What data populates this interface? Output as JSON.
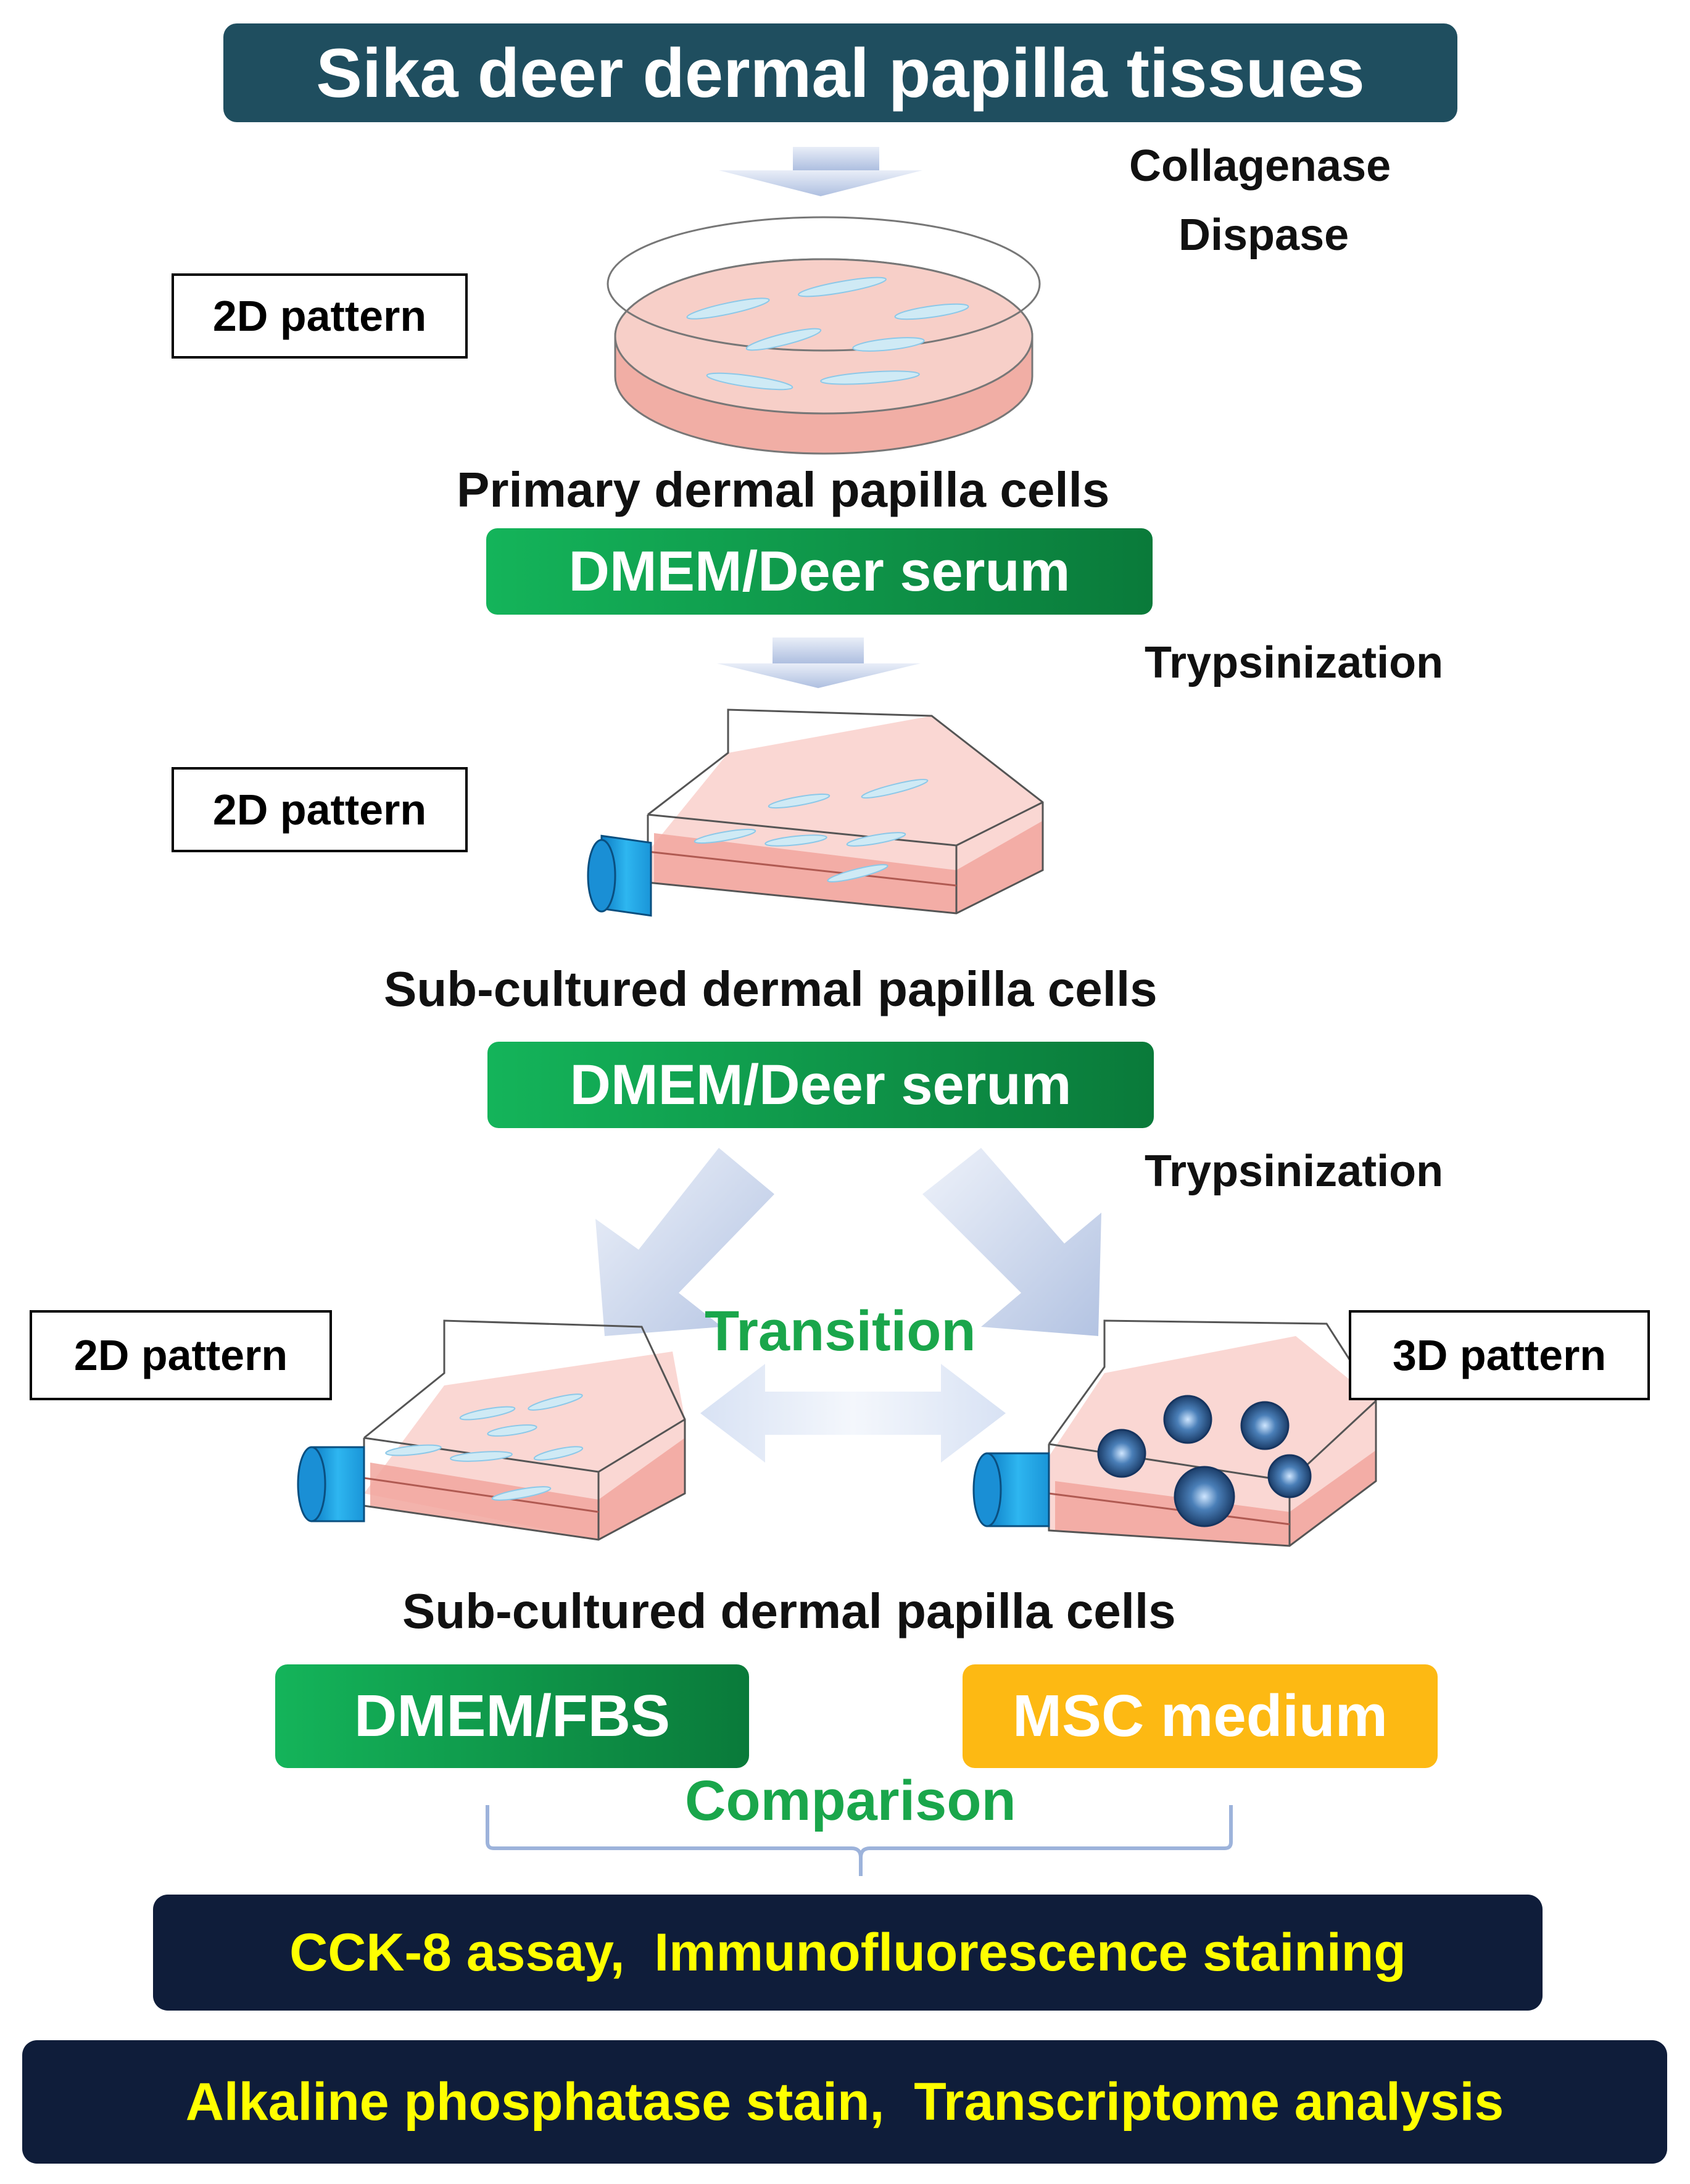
{
  "title": "Sika deer dermal papilla tissues",
  "steps": {
    "enzymes": [
      "Collagenase",
      "Dispase"
    ],
    "trypsinization_1": "Trypsinization",
    "trypsinization_2": "Trypsinization"
  },
  "patterns": {
    "p1": "2D pattern",
    "p2": "2D pattern",
    "p3": "2D pattern",
    "p4": "3D pattern"
  },
  "cells": {
    "primary": "Primary dermal papilla cells",
    "sub1": "Sub-cultured dermal papilla cells",
    "sub2": "Sub-cultured dermal papilla cells"
  },
  "media": {
    "m1": "DMEM/Deer serum",
    "m2": "DMEM/Deer serum",
    "m3": "DMEM/FBS",
    "m4": "MSC medium"
  },
  "transition": "Transition",
  "comparison": "Comparison",
  "assays": {
    "row1": "CCK-8 assay,  Immunofluorescence staining",
    "row2": "Alkaline phosphatase stain,  Transcriptome analysis"
  },
  "colors": {
    "title_bg": "#1f4e5f",
    "green": "#0e9a4a",
    "orange": "#fdb913",
    "navy": "#0f1d3a",
    "assay_text": "#ffff00",
    "accent_text": "#1aa64b"
  }
}
